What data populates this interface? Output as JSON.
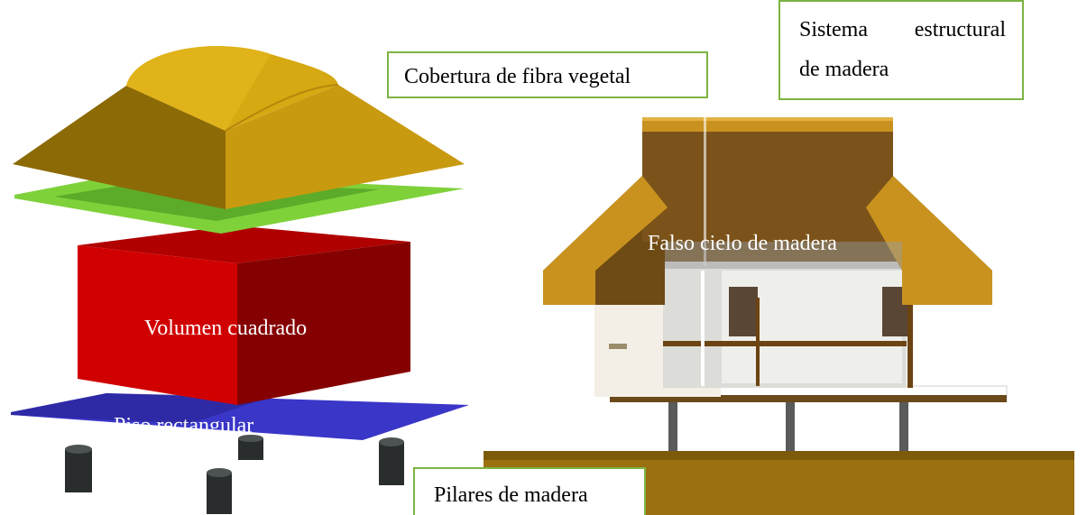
{
  "labels": {
    "cover": "Cobertura de fibra vegetal",
    "structure_line1_a": "Sistema",
    "structure_line1_b": "estructural",
    "structure_line2": "de madera",
    "ceiling": "Falso cielo de madera",
    "volume": "Volumen cuadrado",
    "floor": "Piso rectangular",
    "pillars": "Pilares de madera"
  },
  "colors": {
    "callout_border": "#7cb342",
    "roof_gold": "#c89a10",
    "roof_dark": "#8c6a06",
    "green_plate": "#7fd13a",
    "red_volume": "#d10000",
    "red_dark": "#7a0000",
    "blue_floor": "#3a36c8",
    "pillar": "#2a2d2d",
    "thatch": "#c9921e",
    "ground": "#9b7011"
  }
}
